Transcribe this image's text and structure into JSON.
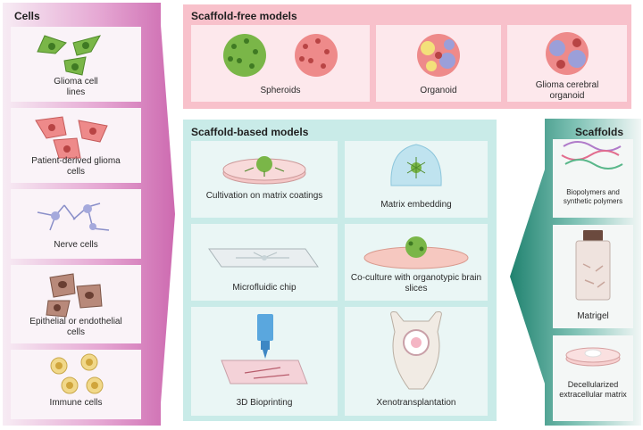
{
  "cells": {
    "title": "Cells",
    "items": [
      {
        "label": "Glioma cell lines",
        "icon": "glioma-cell-icon"
      },
      {
        "label": "Patient-derived glioma cells",
        "icon": "patient-cell-icon"
      },
      {
        "label": "Nerve cells",
        "icon": "nerve-cell-icon"
      },
      {
        "label": "Epithelial or endothelial cells",
        "icon": "epithelial-cell-icon"
      },
      {
        "label": "Immune cells",
        "icon": "immune-cell-icon"
      }
    ]
  },
  "scaffold_free": {
    "title": "Scaffold-free models",
    "items": [
      {
        "label": "Spheroids",
        "icon": "spheroid-icon"
      },
      {
        "label": "Organoid",
        "icon": "organoid-icon"
      },
      {
        "label": "Glioma cerebral organoid",
        "icon": "cerebral-organoid-icon"
      }
    ]
  },
  "scaffold_based": {
    "title": "Scaffold-based models",
    "items": [
      {
        "label": "Cultivation on matrix coatings",
        "icon": "petri-dish-icon"
      },
      {
        "label": "Matrix embedding",
        "icon": "matrix-dome-icon"
      },
      {
        "label": "Microfluidic chip",
        "icon": "microfluidic-chip-icon"
      },
      {
        "label": "Co-culture with organotypic brain slices",
        "icon": "brain-slice-icon"
      },
      {
        "label": "3D Bioprinting",
        "icon": "bioprinter-icon"
      },
      {
        "label": "Xenotransplantation",
        "icon": "mouse-icon"
      }
    ]
  },
  "scaffolds": {
    "title": "Scaffolds",
    "items": [
      {
        "label": "Biopolymers and synthetic polymers",
        "icon": "polymer-strands-icon"
      },
      {
        "label": "Matrigel",
        "icon": "bottle-icon"
      },
      {
        "label": "Decellularized extracellular matrix",
        "icon": "ecm-dish-icon"
      }
    ]
  },
  "colors": {
    "cells_arrow": "#d06fb3",
    "scaffold_free_bg": "#f8c1cb",
    "scaffold_based_bg": "#c9ebe8",
    "scaffolds_arrow": "#2a8c7c"
  }
}
